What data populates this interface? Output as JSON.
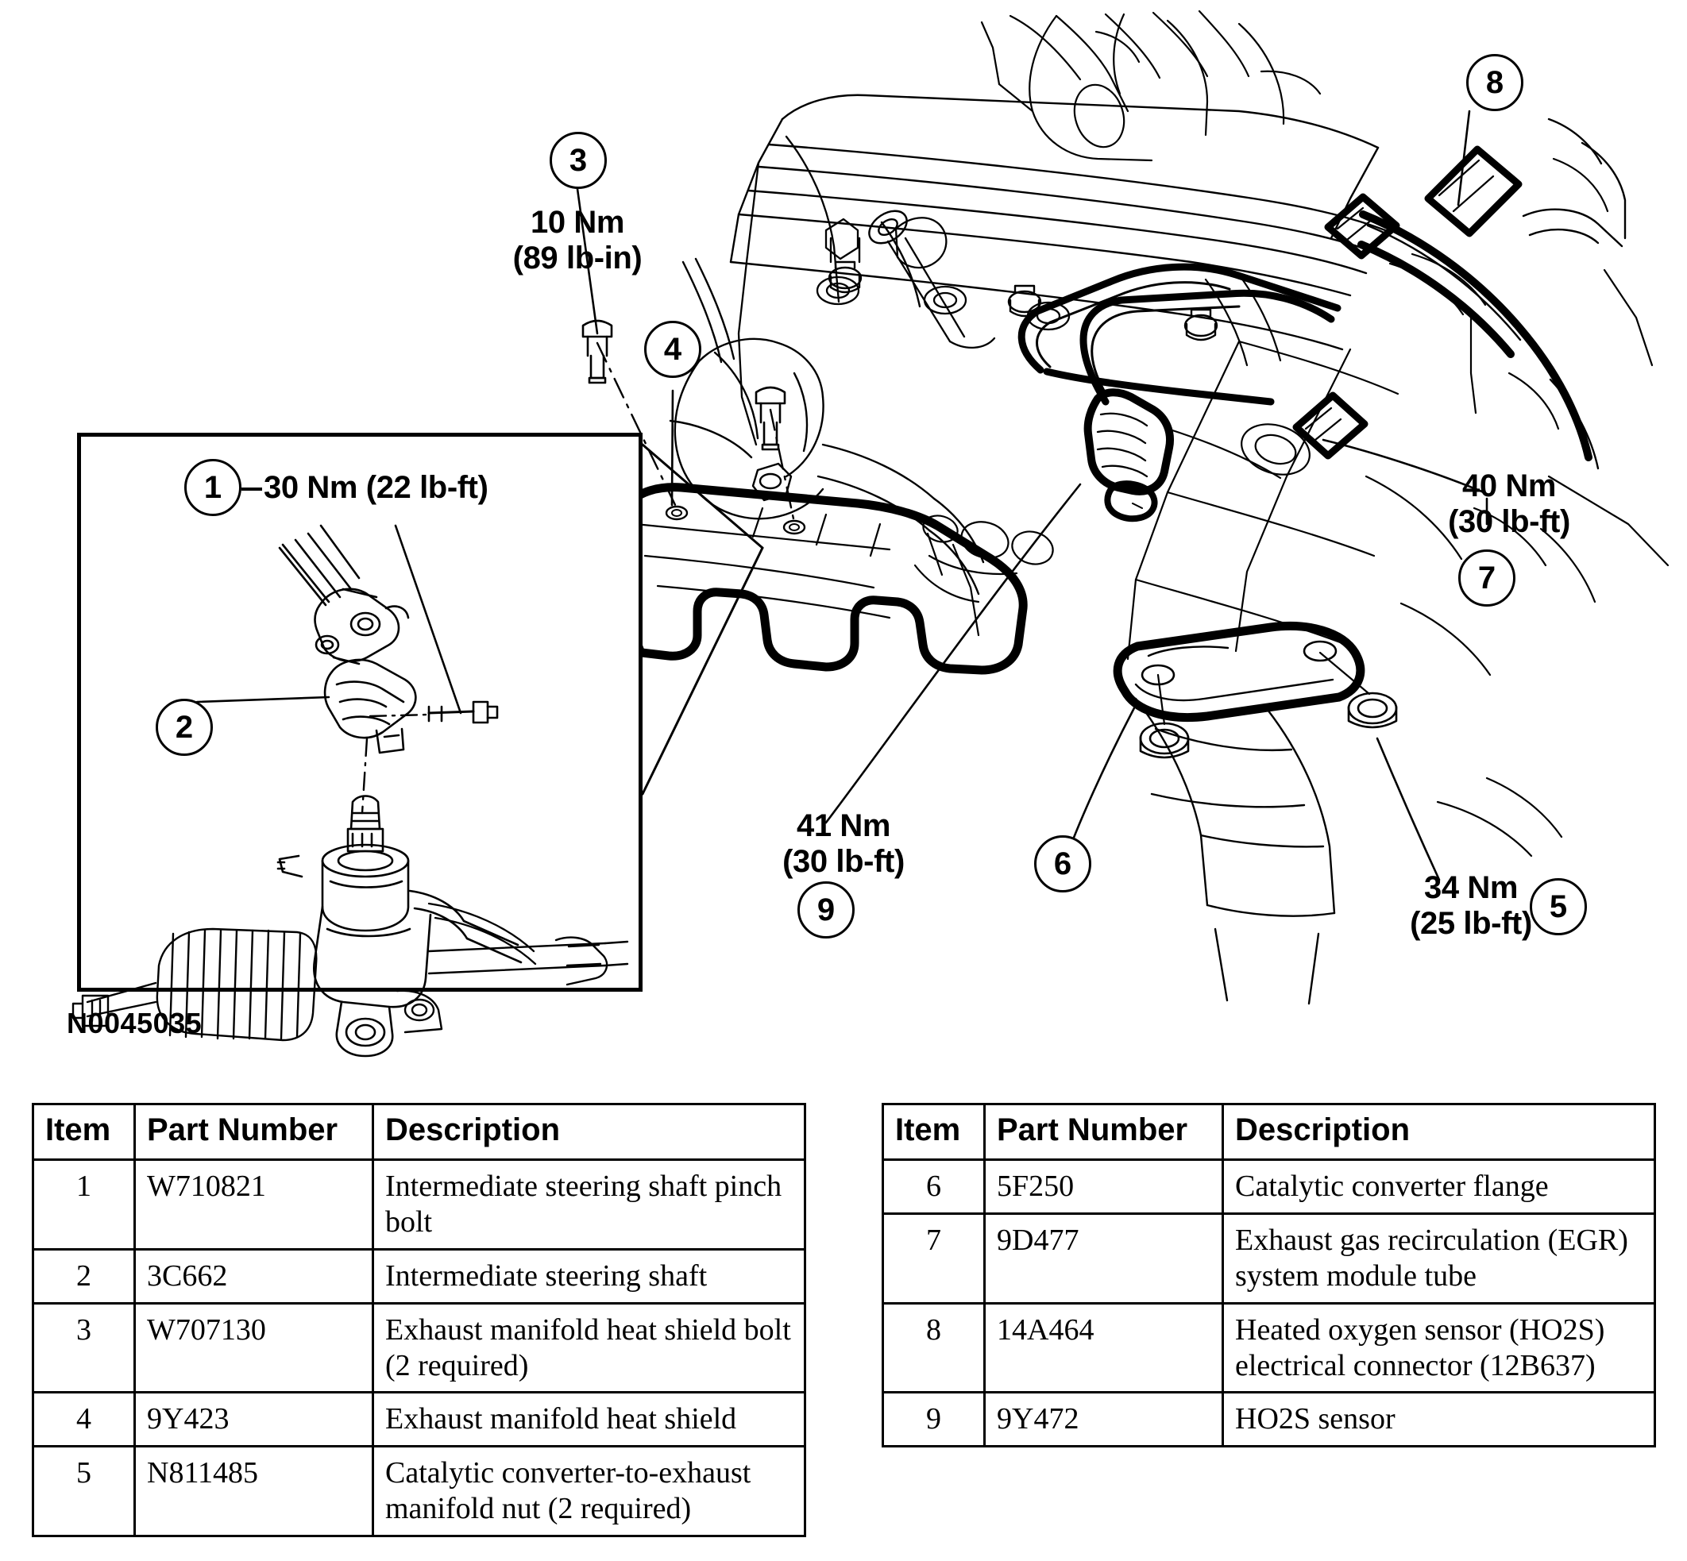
{
  "figure": {
    "id_label": "N0045035",
    "inset_torque_label": "30 Nm (22 lb-ft)"
  },
  "callouts": [
    {
      "id": "1",
      "number": "1",
      "torque_nm": "30 Nm",
      "torque_imperial": "(22 lb-ft)",
      "inline": true
    },
    {
      "id": "2",
      "number": "2",
      "torque_nm": "",
      "torque_imperial": "",
      "inline": false
    },
    {
      "id": "3",
      "number": "3",
      "torque_nm": "10 Nm",
      "torque_imperial": "(89 lb-in)",
      "inline": false
    },
    {
      "id": "4",
      "number": "4",
      "torque_nm": "",
      "torque_imperial": "",
      "inline": false
    },
    {
      "id": "5",
      "number": "5",
      "torque_nm": "34 Nm",
      "torque_imperial": "(25 lb-ft)",
      "inline": false
    },
    {
      "id": "6",
      "number": "6",
      "torque_nm": "",
      "torque_imperial": "",
      "inline": false
    },
    {
      "id": "7",
      "number": "7",
      "torque_nm": "40 Nm",
      "torque_imperial": "(30 lb-ft)",
      "inline": false
    },
    {
      "id": "8",
      "number": "8",
      "torque_nm": "",
      "torque_imperial": "",
      "inline": false
    },
    {
      "id": "9",
      "number": "9",
      "torque_nm": "41 Nm",
      "torque_imperial": "(30 lb-ft)",
      "inline": false
    }
  ],
  "balloon_numbers": {
    "b1": "1",
    "b2": "2",
    "b3": "3",
    "b4": "4",
    "b5": "5",
    "b6": "6",
    "b7": "7",
    "b8": "8",
    "b9": "9"
  },
  "torque_text": {
    "t3_line1": "10 Nm",
    "t3_line2": "(89 lb-in)",
    "t5_line1": "34 Nm",
    "t5_line2": "(25 lb-ft)",
    "t7_line1": "40 Nm",
    "t7_line2": "(30 lb-ft)",
    "t9_line1": "41 Nm",
    "t9_line2": "(30 lb-ft)",
    "t1_inline": "30 Nm (22 lb-ft)"
  },
  "tables": {
    "left": {
      "headers": {
        "item": "Item",
        "part": "Part Number",
        "desc": "Description"
      },
      "rows": [
        {
          "item": "1",
          "part": "W710821",
          "desc": "Intermediate steering shaft pinch bolt"
        },
        {
          "item": "2",
          "part": "3C662",
          "desc": "Intermediate steering shaft"
        },
        {
          "item": "3",
          "part": "W707130",
          "desc": "Exhaust manifold heat shield bolt (2 required)"
        },
        {
          "item": "4",
          "part": "9Y423",
          "desc": "Exhaust manifold heat shield"
        },
        {
          "item": "5",
          "part": "N811485",
          "desc": "Catalytic converter-to-exhaust manifold nut (2 required)"
        }
      ]
    },
    "right": {
      "headers": {
        "item": "Item",
        "part": "Part Number",
        "desc": "Description"
      },
      "rows": [
        {
          "item": "6",
          "part": "5F250",
          "desc": "Catalytic converter flange"
        },
        {
          "item": "7",
          "part": "9D477",
          "desc": "Exhaust gas recirculation (EGR) system module tube"
        },
        {
          "item": "8",
          "part": "14A464",
          "desc": "Heated oxygen sensor (HO2S) electrical connector (12B637)"
        },
        {
          "item": "9",
          "part": "9Y472",
          "desc": "HO2S sensor"
        }
      ]
    }
  },
  "colors": {
    "line": "#000000",
    "background": "#ffffff"
  }
}
